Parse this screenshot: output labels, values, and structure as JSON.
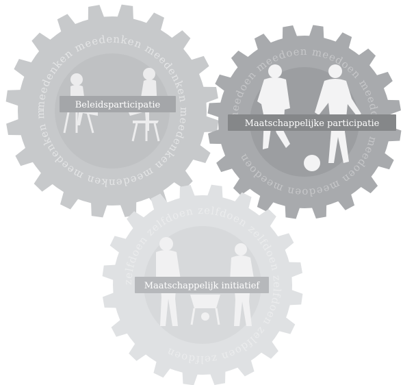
{
  "colors": {
    "gear_left": "#c7c9cb",
    "gear_left_inner": "#bfc1c3",
    "gear_right": "#a8aaad",
    "gear_right_inner": "#9c9ea1",
    "gear_bottom": "#dfe1e3",
    "gear_bottom_inner": "#d7d9db",
    "ring_text_left": "#e4e5e6",
    "ring_text_right": "#c6c7c9",
    "ring_text_bottom": "#ebeced",
    "silhouette_left": "#ececed",
    "silhouette_right": "#f3f3f4",
    "silhouette_bottom": "#f1f1f2",
    "label_bg_left": "#a4a6a9",
    "label_bg_right": "#858789",
    "label_bg_bottom": "#b6b8bb"
  },
  "gears": [
    {
      "id": "left",
      "label": "Beleidsparticipatie",
      "ring_word": "meedenken",
      "icon": "two-people-talking-icon"
    },
    {
      "id": "right",
      "label": "Maatschappelijke participatie",
      "ring_word": "meedoen",
      "icon": "two-people-playing-football-icon"
    },
    {
      "id": "bottom",
      "label": "Maatschappelijk initiatief",
      "ring_word": "zelfdoen",
      "icon": "two-people-with-wheelbarrow-icon"
    }
  ]
}
